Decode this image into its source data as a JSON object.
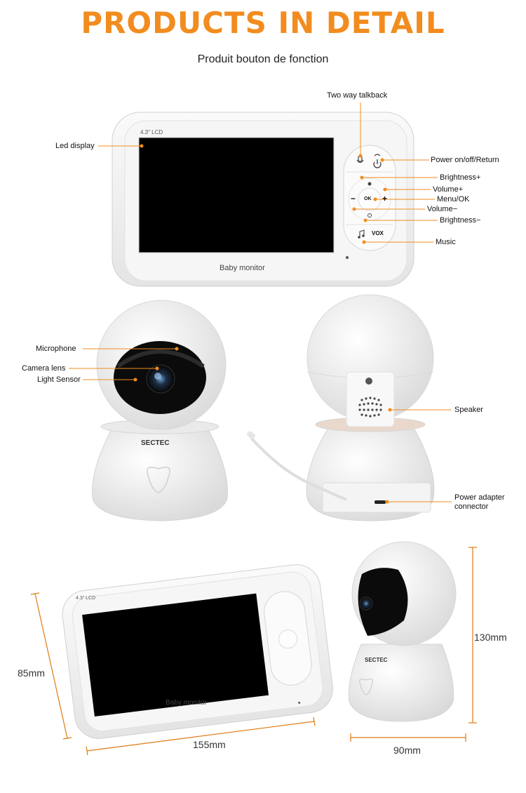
{
  "header": {
    "title": "PRODUCTS IN DETAIL",
    "subtitle": "Produit bouton de fonction"
  },
  "monitor": {
    "screen_label": "4.3\" LCD",
    "bottom_label": "Baby monitor",
    "buttons": {
      "ok": "OK",
      "vox": "VOX",
      "minus": "−",
      "plus": "+"
    },
    "callouts": {
      "two_way_talkback": "Two way talkback",
      "led_display": "Led display",
      "power": "Power on/off/Return",
      "brightness_plus": "Brightness+",
      "volume_plus": "Volume+",
      "menu_ok": "Menu/OK",
      "volume_minus": "Volume−",
      "brightness_minus": "Brightness−",
      "music": "Music"
    }
  },
  "camera": {
    "brand": "SECTEC",
    "callouts": {
      "microphone": "Microphone",
      "camera_lens": "Camera lens",
      "light_sensor": "Light Sensor",
      "speaker": "Speaker",
      "power_adapter": "Power adapter connector"
    }
  },
  "dimensions": {
    "monitor_height": "85mm",
    "monitor_width": "155mm",
    "camera_height": "130mm",
    "camera_width": "90mm"
  },
  "colors": {
    "accent": "#f28c1e",
    "device": "#f2f2f2",
    "screen": "#000000"
  }
}
